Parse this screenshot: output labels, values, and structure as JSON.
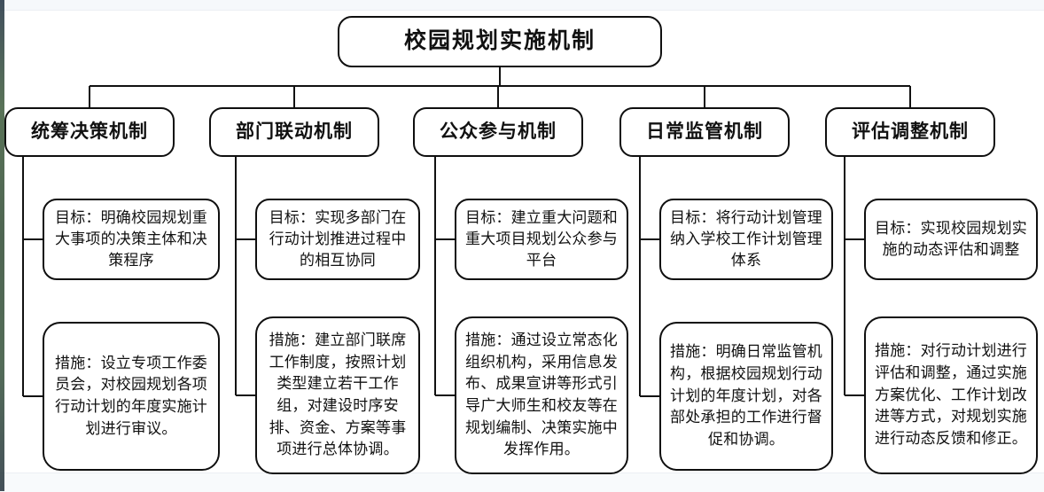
{
  "diagram": {
    "type": "tree-org-chart",
    "root": {
      "label": "校园规划实施机制"
    },
    "branches": [
      {
        "id": "overall-decision",
        "title": "统筹决策机制",
        "goal": "目标：明确校园规划重大事项的决策主体和决策程序",
        "measure": "措施：设立专项工作委员会，对校园规划各项行动计划的年度实施计划进行审议。"
      },
      {
        "id": "department-coordination",
        "title": "部门联动机制",
        "goal": "目标：实现多部门在行动计划推进过程中的相互协同",
        "measure": "措施：建立部门联席工作制度，按照计划类型建立若干工作组，对建设时序安排、资金、方案等事项进行总体协调。"
      },
      {
        "id": "public-participation",
        "title": "公众参与机制",
        "goal": "目标：建立重大问题和重大项目规划公众参与平台",
        "measure": "措施：通过设立常态化组织机构，采用信息发布、成果宣讲等形式引导广大师生和校友等在规划编制、决策实施中发挥作用。"
      },
      {
        "id": "daily-supervision",
        "title": "日常监管机制",
        "goal": "目标：将行动计划管理纳入学校工作计划管理体系",
        "measure": "措施：明确日常监管机构，根据校园规划行动计划的年度计划，对各部处承担的工作进行督促和协调。"
      },
      {
        "id": "evaluation-adjustment",
        "title": "评估调整机制",
        "goal": "目标：实现校园规划实施的动态评估和调整",
        "measure": "措施：对行动计划进行评估和调整，通过实施方案优化、工作计划改进等方式，对规划实施进行动态反馈和修正。"
      }
    ],
    "colors": {
      "node_border": "#0f0f0f",
      "node_fill": "#ffffff",
      "connector": "#111111",
      "text": "#111111",
      "page_band": "#f6f8fb"
    }
  }
}
